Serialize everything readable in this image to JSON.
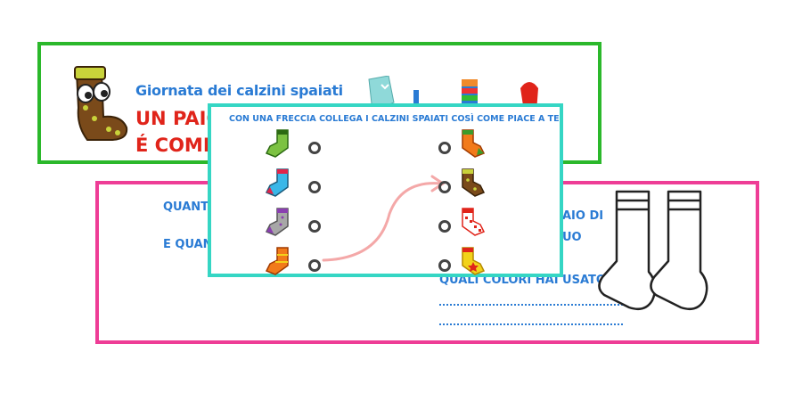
{
  "banner": {
    "title": "Giornata dei calzini spaiati",
    "line1": "UN PAIO DI",
    "line2": "É COMPOS"
  },
  "worksheet": {
    "q1_start": "QUANTI",
    "q2_start": "E QUANT",
    "q1_end": "AIO DI",
    "q2_end": "UO",
    "q3": "QUALI COLORI HAI USATO?"
  },
  "activity": {
    "instruction": "CON UNA FRECCIA COLLEGA I CALZINI SPAIATI COSÌ COME PIACE A TE"
  },
  "colors": {
    "green_border": "#2bb82b",
    "pink_border": "#ee3d96",
    "cyan_border": "#35d6c4",
    "blue_text": "#2a7bd4",
    "red_text": "#e0241a",
    "arrow": "#f4a8a8"
  }
}
